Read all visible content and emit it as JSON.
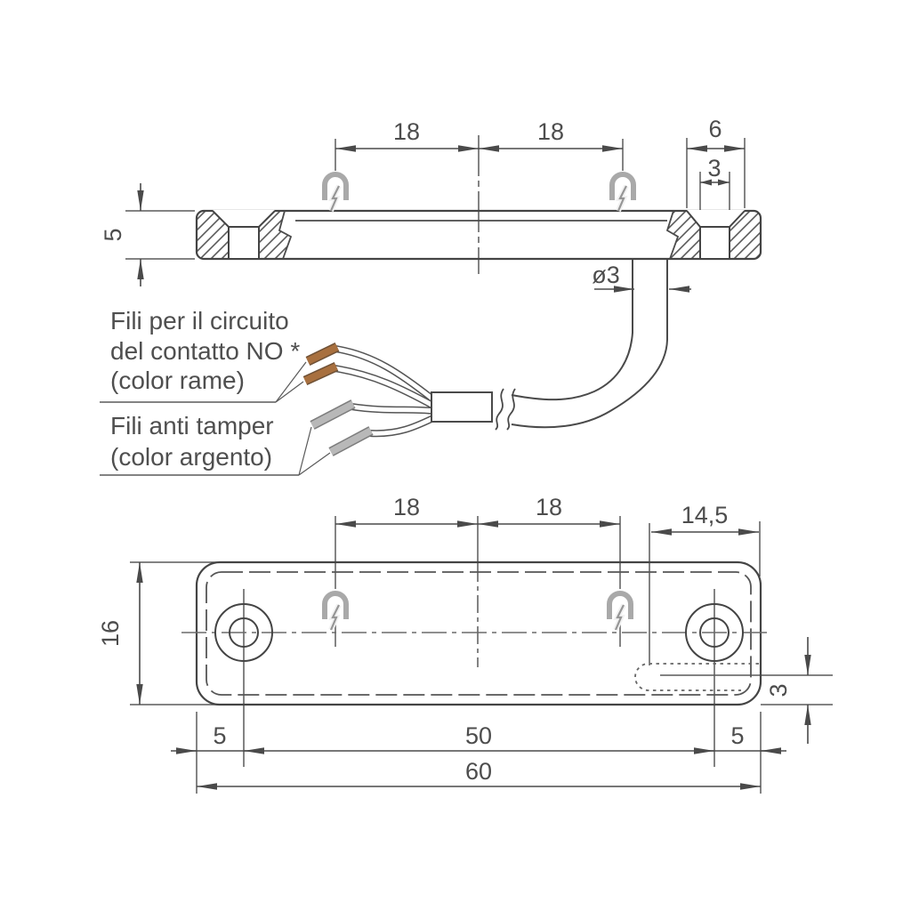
{
  "drawing": {
    "section_view": {
      "dim_pitch_left": "18",
      "dim_pitch_right": "18",
      "dim_countersink_width": "6",
      "dim_hole_width": "3",
      "dim_thickness": "5",
      "dim_cable_diameter": "ø3"
    },
    "plan_view": {
      "dim_pitch_left": "18",
      "dim_pitch_right": "18",
      "dim_slot_from_edge": "14,5",
      "dim_height": "16",
      "dim_slot_offset": "3",
      "dim_edge_left": "5",
      "dim_hole_spacing": "50",
      "dim_edge_right": "5",
      "dim_total_width": "60"
    },
    "annotations": {
      "no_contact_line1": "Fili per il circuito",
      "no_contact_line2": "del contatto NO *",
      "no_contact_line3": "(color rame)",
      "tamper_line1": "Fili anti tamper",
      "tamper_line2": "(color argento)"
    },
    "colors": {
      "line": "#4a4a4a",
      "dim_text": "#4d4d4d",
      "copper": "#a8703f",
      "silver": "#b8b8b8",
      "magnet_symbol": "#a9a9a9"
    }
  }
}
